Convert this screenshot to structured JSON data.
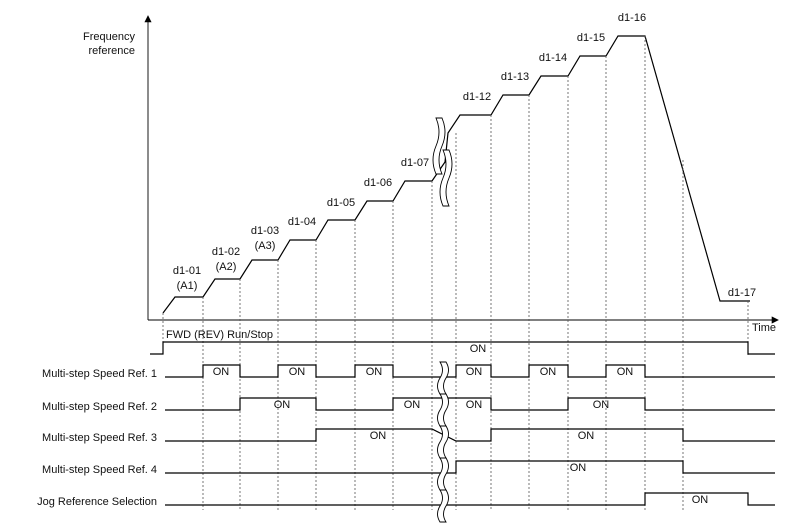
{
  "axes": {
    "y_label_line1": "Frequency",
    "y_label_line2": "reference",
    "x_label": "Time"
  },
  "steps": [
    {
      "label": "d1-01",
      "sub": "(A1)"
    },
    {
      "label": "d1-02",
      "sub": "(A2)"
    },
    {
      "label": "d1-03",
      "sub": "(A3)"
    },
    {
      "label": "d1-04",
      "sub": ""
    },
    {
      "label": "d1-05",
      "sub": ""
    },
    {
      "label": "d1-06",
      "sub": ""
    },
    {
      "label": "d1-07",
      "sub": ""
    },
    {
      "label": "d1-12",
      "sub": ""
    },
    {
      "label": "d1-13",
      "sub": ""
    },
    {
      "label": "d1-14",
      "sub": ""
    },
    {
      "label": "d1-15",
      "sub": ""
    },
    {
      "label": "d1-16",
      "sub": ""
    },
    {
      "label": "d1-17",
      "sub": ""
    }
  ],
  "signals": [
    {
      "label": "FWD (REV) Run/Stop",
      "on_text": "ON"
    },
    {
      "label": "Multi-step Speed Ref. 1",
      "on_text": "ON"
    },
    {
      "label": "Multi-step Speed Ref. 2",
      "on_text": "ON"
    },
    {
      "label": "Multi-step Speed Ref. 3",
      "on_text": "ON"
    },
    {
      "label": "Multi-step Speed Ref. 4",
      "on_text": "ON"
    },
    {
      "label": "Jog Reference Selection",
      "on_text": "ON"
    }
  ]
}
